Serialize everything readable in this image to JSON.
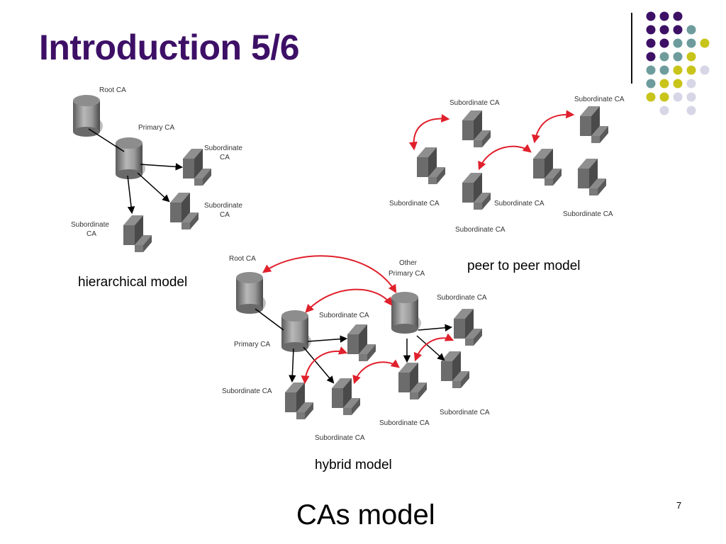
{
  "slide": {
    "title": "Introduction 5/6",
    "page_number": "7",
    "bottom_title": "CAs model"
  },
  "colors": {
    "title": "#3d1066",
    "accent_purple": "#3d1066",
    "accent_teal": "#6e9c9c",
    "accent_yellow": "#c9c41a",
    "accent_lavender": "#d6d6e6",
    "arrow_red": "#e0202c",
    "ca_gray": "#7a7a7a"
  },
  "captions": {
    "hierarchical": "hierarchical model",
    "peer": "peer to peer model",
    "hybrid": "hybrid model"
  },
  "hierarchical": {
    "root_ca": "Root CA",
    "primary_ca": "Primary CA",
    "sub_right_top": [
      "Subordinate",
      "CA"
    ],
    "sub_right_bottom": [
      "Subordinate",
      "CA"
    ],
    "sub_left": [
      "Subordinate",
      "CA"
    ]
  },
  "peer": {
    "label_top_middle": "Subordinate CA",
    "label_top_right": "Subordinate CA",
    "label_bottom_left": "Subordinate CA",
    "label_bottom_middle": "Subordinate CA",
    "label_bottom_center": "Subordinate CA",
    "label_bottom_right": "Subordinate CA"
  },
  "hybrid": {
    "root_ca": "Root CA",
    "other_primary": [
      "Other",
      "Primary CA"
    ],
    "primary_ca": "Primary CA",
    "sub_center_top": "Subordinate CA",
    "sub_right_top": "Subordinate CA",
    "sub_bottom_left": "Subordinate CA",
    "sub_bottom_mid": "Subordinate CA",
    "sub_bottom_center": "Subordinate CA",
    "sub_bottom_right": "Subordinate CA"
  }
}
